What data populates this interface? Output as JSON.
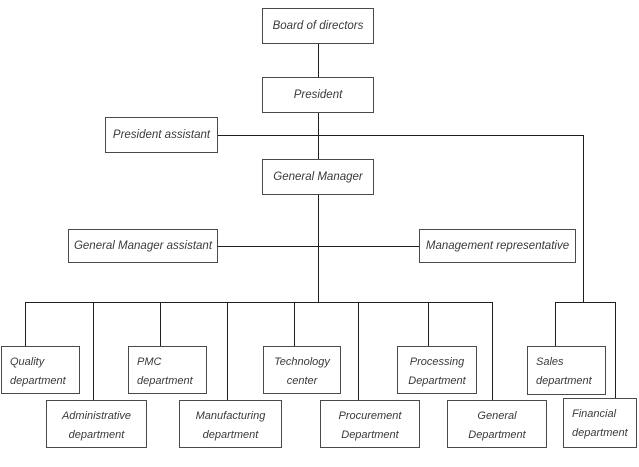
{
  "diagram": {
    "type": "org-chart",
    "nodes": {
      "board": "Board of directors",
      "president": "President",
      "president_assistant": "President assistant",
      "general_manager": "General Manager",
      "general_manager_assistant": "General Manager assistant",
      "management_representative": "Management representative"
    },
    "departments": [
      {
        "line1": "Quality",
        "line2": "department"
      },
      {
        "line1": "Administrative",
        "line2": "department"
      },
      {
        "line1": "PMC",
        "line2": "department"
      },
      {
        "line1": "Manufacturing",
        "line2": "department"
      },
      {
        "line1": "Technology",
        "line2": "center"
      },
      {
        "line1": "Procurement",
        "line2": "Department"
      },
      {
        "line1": "Processing",
        "line2": "Department"
      },
      {
        "line1": "General",
        "line2": "Department"
      },
      {
        "line1": "Sales",
        "line2": "department"
      },
      {
        "line1": "Financial",
        "line2": "department"
      }
    ],
    "colors": {
      "background": "#ffffff",
      "border": "#4a4a4a",
      "line": "#1f1f1f",
      "text": "#3a3a3a"
    }
  }
}
